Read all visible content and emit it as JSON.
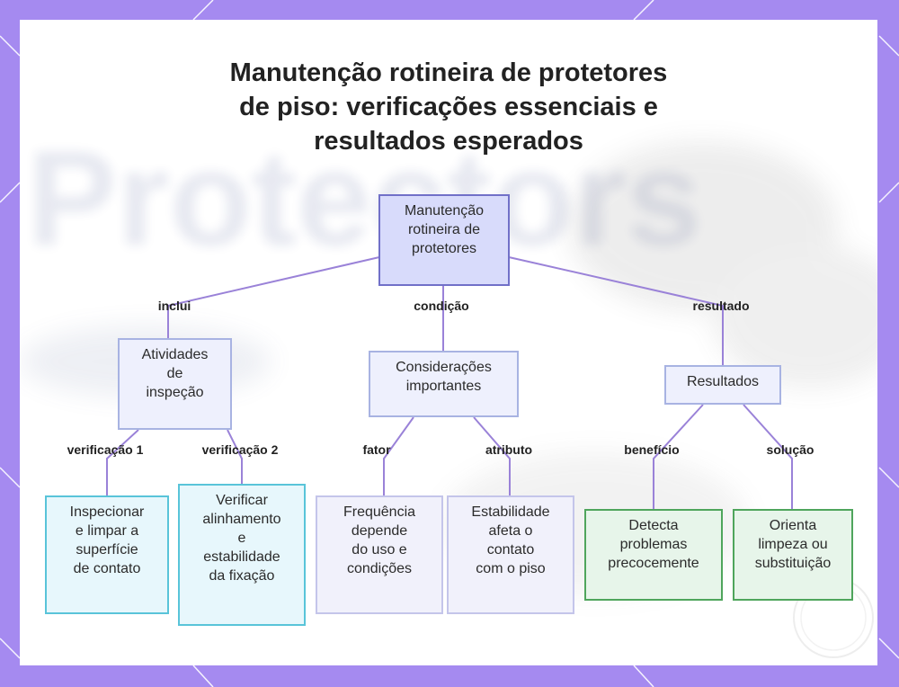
{
  "title_lines": [
    "Manutenção rotineira de protetores",
    "de piso: verificações essenciais e",
    "resultados esperados"
  ],
  "background": {
    "watermark_text": "Protectors"
  },
  "nodes": {
    "root": [
      "Manutenção",
      "rotineira de",
      "protetores"
    ],
    "inspection": [
      "Atividades",
      "de",
      "inspeção"
    ],
    "considerations": [
      "Considerações",
      "importantes"
    ],
    "results": [
      "Resultados"
    ],
    "inspect_clean": [
      "Inspecionar",
      "e limpar a",
      "superfície",
      "de contato"
    ],
    "check_alignment": [
      "Verificar",
      "alinhamento",
      "e",
      "estabilidade",
      "da fixação"
    ],
    "frequency": [
      "Frequência",
      "depende",
      "do uso e",
      "condições"
    ],
    "stability": [
      "Estabilidade",
      "afeta o",
      "contato",
      "com o piso"
    ],
    "detects": [
      "Detecta",
      "problemas",
      "precocemente"
    ],
    "guides": [
      "Orienta",
      "limpeza ou",
      "substituição"
    ]
  },
  "edges": {
    "inclui": "inclui",
    "condicao": "condição",
    "resultado": "resultado",
    "verificacao1": "verificação 1",
    "verificacao2": "verificação 2",
    "fator": "fator",
    "atributo": "atributo",
    "beneficio": "benefício",
    "solucao": "solução"
  },
  "colors": {
    "frame": "#a58af0",
    "connector": "#9a82d8",
    "root_fill": "#d8dbfb",
    "cyan_border": "#59c4d9",
    "green_border": "#4fa55c"
  }
}
